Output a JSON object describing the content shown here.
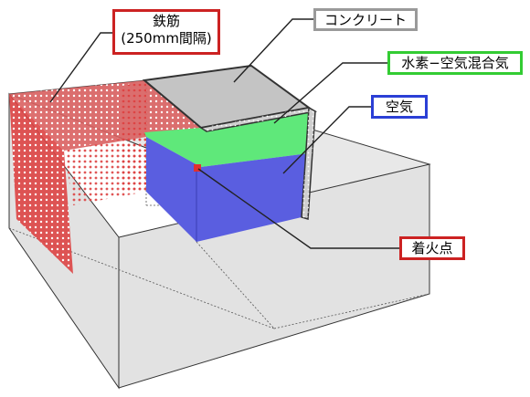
{
  "labels": {
    "rebar_line1": "鉄筋",
    "rebar_line2": "(250mm間隔)",
    "concrete": "コンクリート",
    "mixture": "水素−空気混合気",
    "air": "空気",
    "ignition": "着火点"
  },
  "colors": {
    "rebar": "#dd4444",
    "concrete": "#c8c8c8",
    "mixture": "#5fe87a",
    "air": "#5a5ee0",
    "ignition": "#e03030",
    "outer_box": "#e4e4e4"
  }
}
